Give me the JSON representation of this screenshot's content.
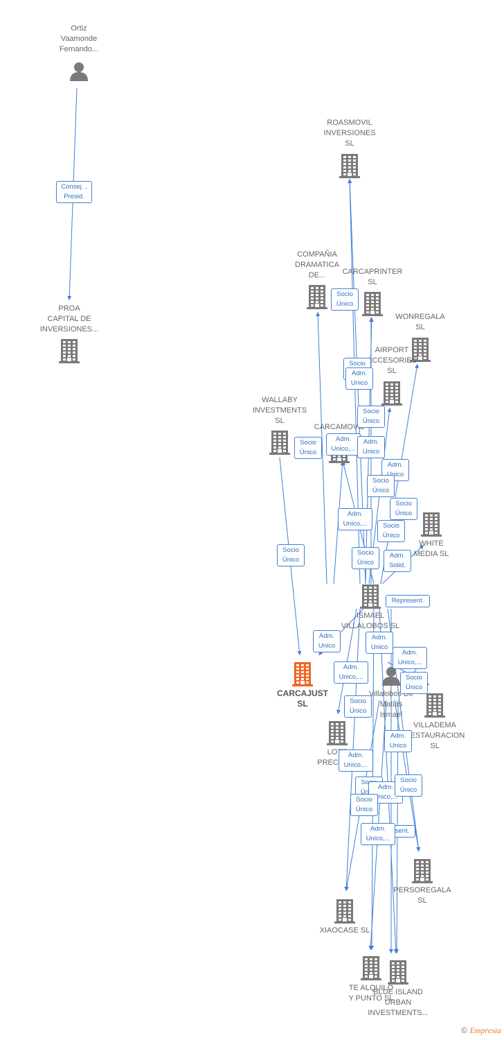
{
  "persons": [
    {
      "id": "ortiz",
      "name": "Ortiz\nVaamonde\nFernando..."
    },
    {
      "id": "ismael_p",
      "name": "Villalobos  De\nMatias\nIsmael"
    }
  ],
  "companies": [
    {
      "id": "proa",
      "name": "PROA\nCAPITAL DE\nINVERSIONES..."
    },
    {
      "id": "roasmovil",
      "name": "ROASMOVIL\nINVERSIONES\nSL"
    },
    {
      "id": "compania",
      "name": "COMPAÑIA\nDRAMATICA\nDE..."
    },
    {
      "id": "carcaprinter",
      "name": "CARCAPRINTER\nSL"
    },
    {
      "id": "wonregala",
      "name": "WONREGALA\nSL"
    },
    {
      "id": "airport",
      "name": "AIRPORT\nACCESORIES\nSL"
    },
    {
      "id": "wallaby",
      "name": "WALLABY\nINVESTMENTS\nSL"
    },
    {
      "id": "carcamovil",
      "name": "CARCAMOVIL"
    },
    {
      "id": "white",
      "name": "WHITE\nMEDIA  SL"
    },
    {
      "id": "ismael_sl",
      "name": "ISMAEL\nVILLALOBOS  SL"
    },
    {
      "id": "carcajust",
      "name": "CARCAJUST\nSL",
      "main": true
    },
    {
      "id": "villadema",
      "name": "VILLADEMA\nRESTAURACION\nSL"
    },
    {
      "id": "lote",
      "name": "LOTE\nPRECIADO"
    },
    {
      "id": "persoregala",
      "name": "PERSOREGALA\nSL"
    },
    {
      "id": "xiaocase",
      "name": "XIAOCASE  SL"
    },
    {
      "id": "tealquilo",
      "name": "TE ALQUILO\nY PUNTO  SL"
    },
    {
      "id": "blueisland",
      "name": "BLUE ISLAND\nURBAN\nINVESTMENTS..."
    }
  ],
  "relations": [
    {
      "label": "Consej. ,\nPresid."
    },
    {
      "label": "Socio\nÚnico"
    },
    {
      "label": "Socio\nÚnico"
    },
    {
      "label": "Adm.\nUnico"
    },
    {
      "label": "Socio\nÚnico"
    },
    {
      "label": "Socio\nÚnico"
    },
    {
      "label": "Adm.\nUnico,..."
    },
    {
      "label": "Adm.\nUnico"
    },
    {
      "label": "Adm.\nUnico"
    },
    {
      "label": "Socio\nÚnico"
    },
    {
      "label": "Socio\nÚnico"
    },
    {
      "label": "Adm.\nUnico,..."
    },
    {
      "label": "Socio\nÚnico"
    },
    {
      "label": "Socio\nÚnico"
    },
    {
      "label": "Socio\nÚnico"
    },
    {
      "label": "Adm.\nSolid."
    },
    {
      "label": "Represent."
    },
    {
      "label": "Adm.\nUnico"
    },
    {
      "label": "Adm.\nUnico"
    },
    {
      "label": "Adm.\nUnico,..."
    },
    {
      "label": "Adm.\nUnico,..."
    },
    {
      "label": "Socio\nÚnico"
    },
    {
      "label": "Socio\nÚnico"
    },
    {
      "label": "Adm.\nUnico"
    },
    {
      "label": "Adm.\nUnico,..."
    },
    {
      "label": "Socio\nÚnico"
    },
    {
      "label": "Adm.\nUnico,..."
    },
    {
      "label": "Socio\nÚnico"
    },
    {
      "label": "Socio\nÚnico"
    },
    {
      "label": "Represent."
    },
    {
      "label": "Adm.\nUnico,..."
    }
  ],
  "footer": {
    "copyright": "©",
    "brand": "Empresia"
  },
  "colors": {
    "edge": "#3f7fd6",
    "node": "#7a7a7a",
    "main": "#f26522"
  }
}
